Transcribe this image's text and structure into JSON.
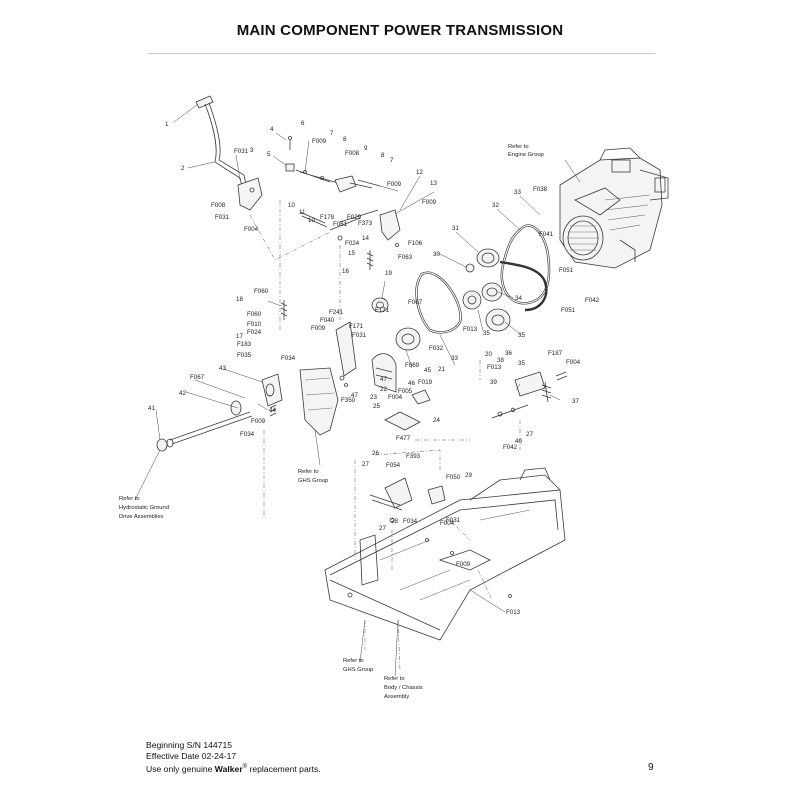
{
  "title": "MAIN COMPONENT POWER TRANSMISSION",
  "callouts": [
    "1",
    "2",
    "3",
    "4",
    "5",
    "6",
    "7",
    "8",
    "9",
    "10",
    "11",
    "12",
    "13",
    "14",
    "15",
    "16",
    "17",
    "18",
    "19",
    "20",
    "21",
    "22",
    "23",
    "24",
    "25",
    "26",
    "27",
    "28",
    "29",
    "30",
    "31",
    "32",
    "33",
    "34",
    "35",
    "36",
    "37",
    "38",
    "39",
    "40",
    "41",
    "42",
    "43",
    "44",
    "45",
    "46",
    "47",
    "F004",
    "F005",
    "F008",
    "F009",
    "F010",
    "F013",
    "F019",
    "F024",
    "F029",
    "F031",
    "F032",
    "F034",
    "F035",
    "F038",
    "F040",
    "F041",
    "F042",
    "F050",
    "F051",
    "F054",
    "F060",
    "F061",
    "F063",
    "F067",
    "F069",
    "F106",
    "F171",
    "F178",
    "F183",
    "F187",
    "F241",
    "F350",
    "F373",
    "F393",
    "F477"
  ],
  "notes": {
    "engine_group": [
      "Refer to",
      "Engine Group"
    ],
    "ghs_group_upper": [
      "Refer to",
      "GHS Group"
    ],
    "hydrostatic": [
      "Refer to",
      "Hydrostatic Ground",
      "Drive Assemblies"
    ],
    "ghs_group_lower": [
      "Refer to",
      "GHS Group"
    ],
    "body_chassis": [
      "Refer to",
      "Body / Chassis",
      "Assembly"
    ]
  },
  "footer": {
    "serial": "Beginning S/N 144715",
    "effective": "Effective Date 02-24-17",
    "use_prefix": "Use only genuine ",
    "brand": "Walker",
    "registered": "®",
    "use_suffix": " replacement parts.",
    "page_number": "9"
  },
  "icons": [
    "exploded-parts-drawing"
  ]
}
